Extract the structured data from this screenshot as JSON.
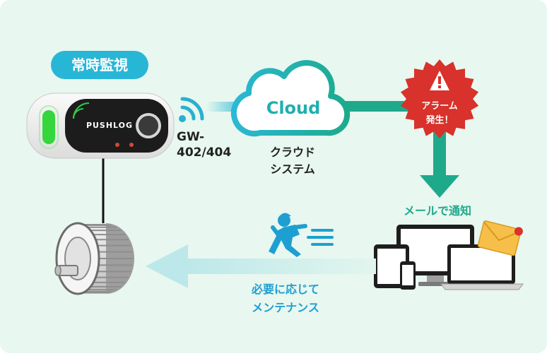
{
  "badge": {
    "label": "常時監視"
  },
  "device": {
    "brand": "PUSHLOG",
    "model_line1": "GW-",
    "model_line2": "402/404"
  },
  "cloud": {
    "label": "Cloud"
  },
  "cloud_caption": {
    "line1": "クラウド",
    "line2": "システム"
  },
  "alarm": {
    "line1": "アラーム",
    "line2": "発生！"
  },
  "mail": {
    "label": "メールで通知"
  },
  "maintenance": {
    "line1": "必要に応じて",
    "line2": "メンテナンス"
  },
  "colors": {
    "background": "#E8F7EF",
    "badge": "#28B6D6",
    "teal": "#1FA98B",
    "cloud_stroke": "#29B6D1",
    "alarm_red": "#D9312B",
    "arrow_light": "#BFE9E7",
    "text_dark": "#222222"
  }
}
